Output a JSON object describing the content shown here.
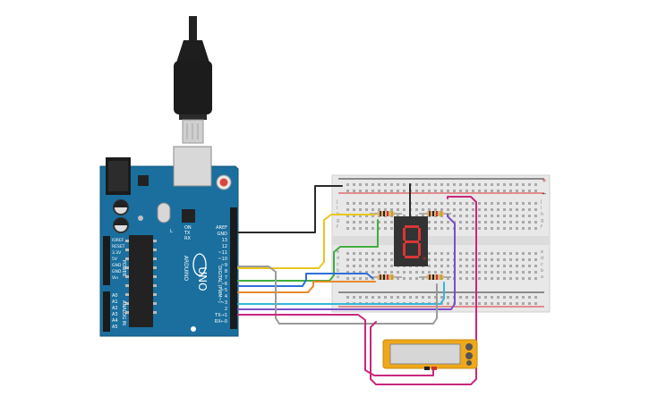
{
  "arduino": {
    "logo_text": "UNO",
    "brand_text": "ARDUINO",
    "on_label": "ON",
    "tx_label": "TX",
    "rx_label": "RX",
    "l_label": "L",
    "aref_label": "AREF",
    "gnd_label": "GND",
    "digital_header_label": "DIGITAL (PWM~)",
    "power_header_label": "POWER",
    "analog_header_label": "ANALOG IN",
    "digital_pins": [
      "13",
      "12",
      "~11",
      "~10",
      "~9",
      "8",
      "7",
      "~6",
      "~5",
      "4",
      "~3",
      "2",
      "TX→1",
      "RX←0"
    ],
    "power_pins": [
      "IOREF",
      "RESET",
      "3.3V",
      "5V",
      "GND",
      "GND",
      "Vin"
    ],
    "analog_pins": [
      "A0",
      "A1",
      "A2",
      "A3",
      "A4",
      "A5"
    ]
  },
  "breadboard": {
    "row_letters_top": [
      "j",
      "i",
      "h",
      "g",
      "f"
    ],
    "row_letters_bottom": [
      "e",
      "d",
      "c",
      "b",
      "a"
    ],
    "rail_plus": "+",
    "rail_minus": "−"
  },
  "seven_segment": {
    "digit": "8"
  },
  "wire_colors": {
    "black": "#2b2b2b",
    "yellow": "#e8c61c",
    "green": "#3fae3f",
    "blue": "#2f6fd8",
    "orange": "#e8892a",
    "cyan": "#34b6d6",
    "purple": "#7a4fc8",
    "gray": "#9a9a9a",
    "magenta": "#c7287d"
  },
  "colors": {
    "board_blue": "#1a6f9e",
    "breadboard": "#e8e8e8",
    "display_body": "#333333",
    "segment_red": "#d93636",
    "multimeter_body": "#f0a81a"
  }
}
